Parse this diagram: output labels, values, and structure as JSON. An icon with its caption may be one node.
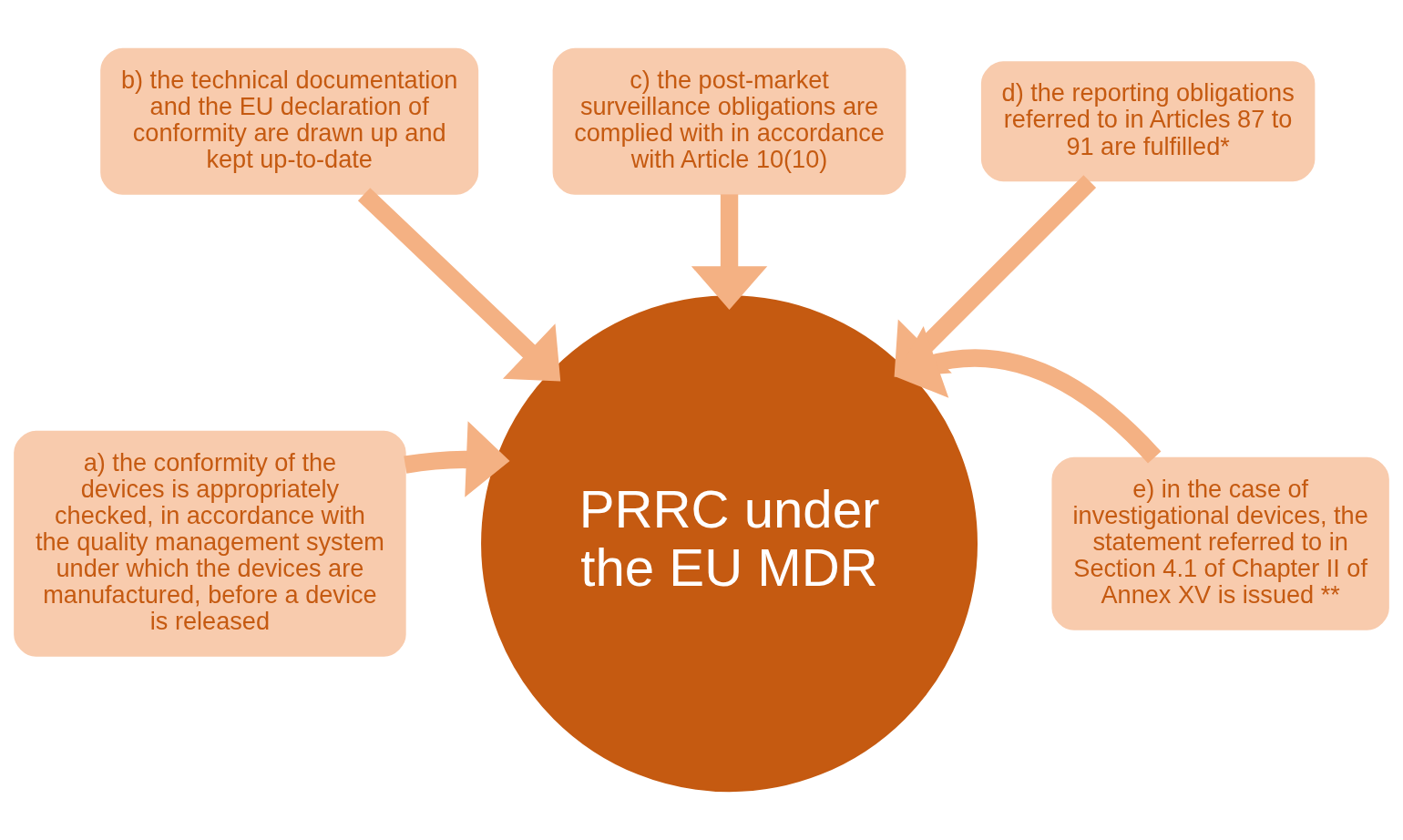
{
  "diagram": {
    "nodes": [
      {
        "text": [
          "c) the post-market surveillance obligations are complied with in accordance with Article 10(10)"
        ]
      },
      {
        "text": [
          "b) the technical documentation and the EU declaration of conformity are drawn up and kept up-to-date"
        ]
      },
      {
        "text": [
          "d) the reporting obligations referred to in Articles 87 to 91 are fulfilled*"
        ]
      },
      {
        "text": [
          "a) the conformity of the devices is appropriately checked, in accordance with the quality management system under which the devices are manufactured, before a device is released"
        ]
      },
      {
        "text": [
          "PRRC under the EU MDR"
        ]
      },
      {
        "text": [
          "e) in the case of investigational devices, the statement referred to in Section 4.1 of Chapter II of Annex XV is issued **"
        ]
      }
    ],
    "edges": [
      {
        "from": 0,
        "to": 4,
        "arrow": "to"
      },
      {
        "from": 1,
        "to": 4,
        "arrow": "to"
      },
      {
        "from": 2,
        "to": 4,
        "arrow": "to"
      },
      {
        "from": 3,
        "to": 4,
        "arrow": "to"
      },
      {
        "from": 5,
        "to": 4,
        "arrow": "to"
      }
    ]
  }
}
